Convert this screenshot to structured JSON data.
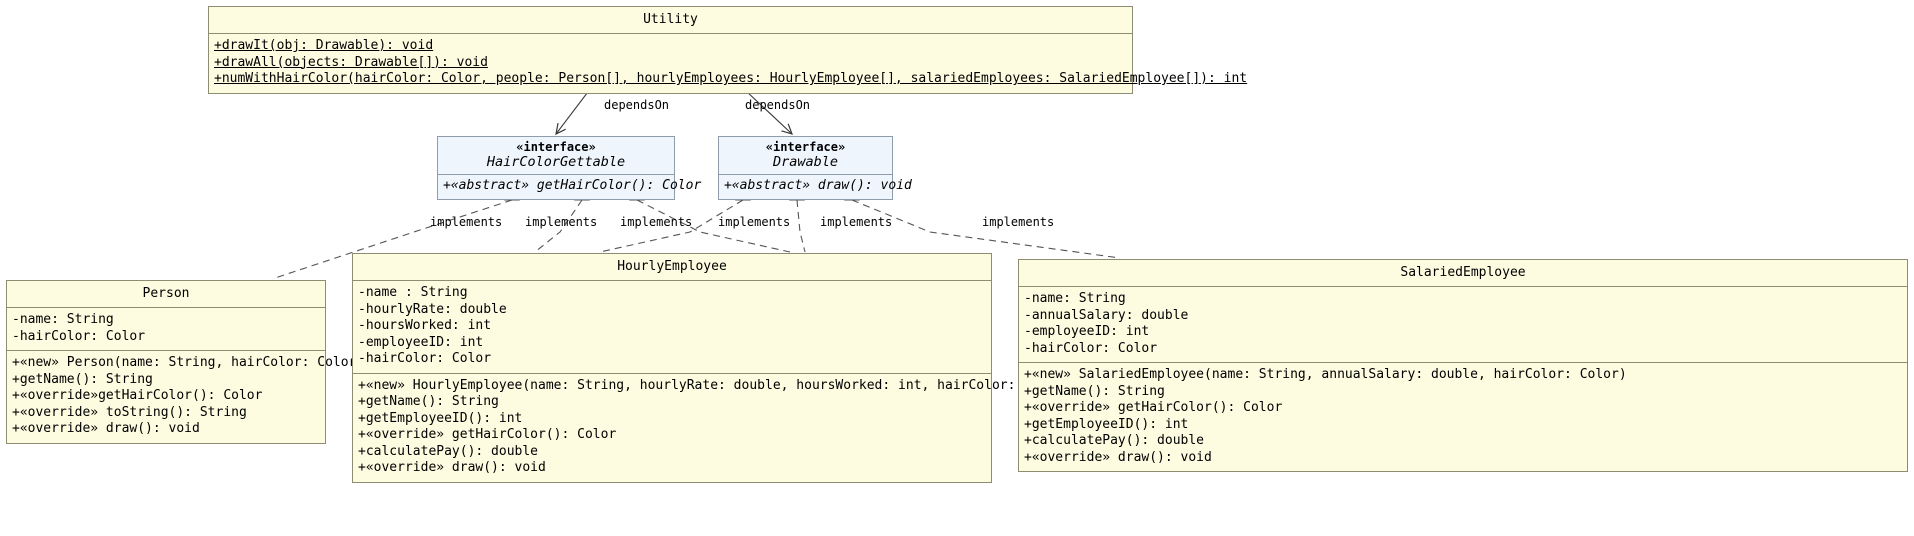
{
  "diagram": {
    "type": "uml-class-diagram",
    "background_color": "#ffffff",
    "class_fill_color": "#fdfbe0",
    "interface_fill_color": "#eff5fd",
    "border_color": "#8d8d73"
  },
  "classes": {
    "utility": {
      "name": "Utility",
      "methods": [
        "+drawIt(obj: Drawable): void",
        "+drawAll(objects: Drawable[]): void",
        "+numWithHairColor(hairColor: Color, people: Person[], hourlyEmployees: HourlyEmployee[], salariedEmployees: SalariedEmployee[]): int"
      ]
    },
    "hair_color_gettable": {
      "stereotype": "«interface»",
      "name": "HairColorGettable",
      "methods": [
        "+«abstract» getHairColor(): Color"
      ]
    },
    "drawable": {
      "stereotype": "«interface»",
      "name": "Drawable",
      "methods": [
        "+«abstract» draw(): void"
      ]
    },
    "person": {
      "name": "Person",
      "attributes": [
        "-name: String",
        "-hairColor: Color"
      ],
      "methods": [
        "+«new» Person(name: String, hairColor: Color)",
        "+getName(): String",
        "+«override»getHairColor(): Color",
        "+«override» toString(): String",
        "+«override» draw(): void"
      ]
    },
    "hourly_employee": {
      "name": "HourlyEmployee",
      "attributes": [
        "-name : String",
        "-hourlyRate: double",
        "-hoursWorked: int",
        "-employeeID: int",
        "-hairColor: Color"
      ],
      "methods": [
        "+«new» HourlyEmployee(name: String, hourlyRate: double, hoursWorked: int, hairColor: Color)",
        "+getName(): String",
        "+getEmployeeID(): int",
        "+«override» getHairColor(): Color",
        "+calculatePay(): double",
        "+«override» draw(): void"
      ]
    },
    "salaried_employee": {
      "name": "SalariedEmployee",
      "attributes": [
        "-name: String",
        "-annualSalary: double",
        "-employeeID: int",
        "-hairColor: Color"
      ],
      "methods": [
        "+«new» SalariedEmployee(name: String, annualSalary: double, hairColor: Color)",
        "+getName(): String",
        "+«override» getHairColor(): Color",
        "+getEmployeeID(): int",
        "+calculatePay(): double",
        "+«override» draw(): void"
      ]
    }
  },
  "edges": {
    "dependency_label": "dependsOn",
    "implements_label": "implements",
    "labels": [
      {
        "id": "dep-1",
        "text": "dependsOn"
      },
      {
        "id": "dep-2",
        "text": "dependsOn"
      },
      {
        "id": "imp-1",
        "text": "implements"
      },
      {
        "id": "imp-2",
        "text": "implements"
      },
      {
        "id": "imp-3",
        "text": "implements"
      },
      {
        "id": "imp-4",
        "text": "implements"
      },
      {
        "id": "imp-5",
        "text": "implements"
      },
      {
        "id": "imp-6",
        "text": "implements"
      }
    ]
  }
}
